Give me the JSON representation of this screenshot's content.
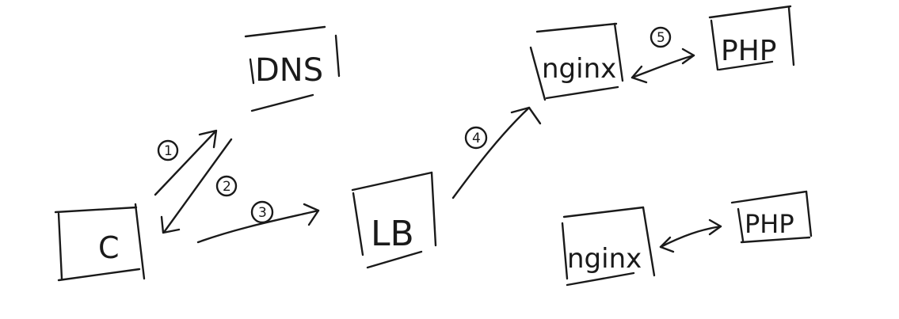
{
  "nodes": {
    "client": "C",
    "dns": "DNS",
    "load_balancer": "LB",
    "nginx_1": "nginx",
    "php_1": "PHP",
    "nginx_2": "nginx",
    "php_2": "PHP"
  },
  "steps": {
    "step_1": "1",
    "step_2": "2",
    "step_3": "3",
    "step_4": "4",
    "step_5": "5"
  }
}
